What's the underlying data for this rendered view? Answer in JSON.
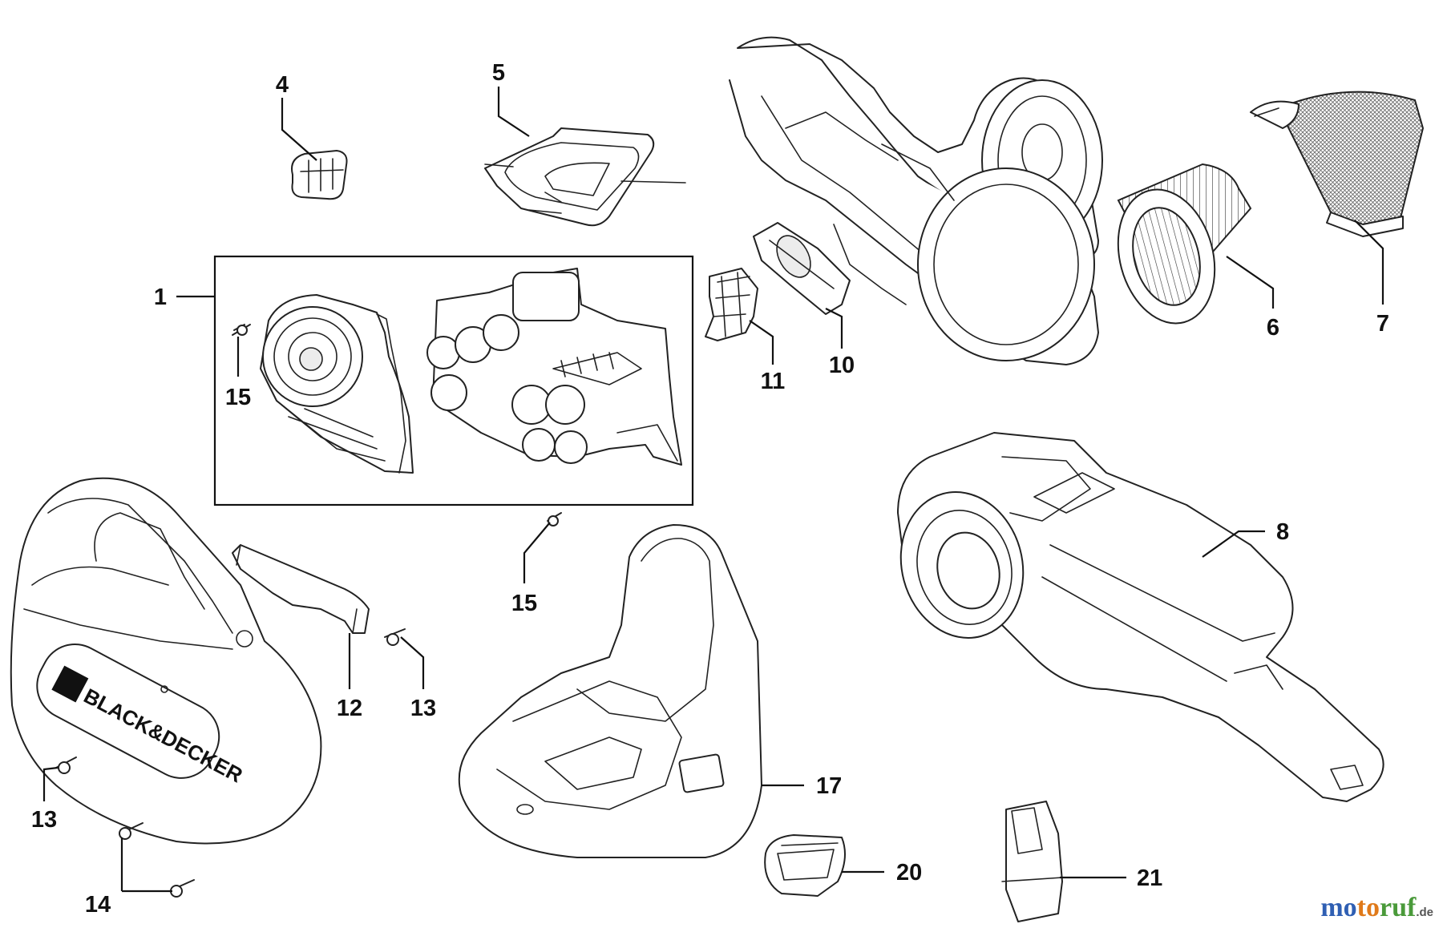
{
  "diagram": {
    "labels": {
      "l1": "1",
      "l4": "4",
      "l5": "5",
      "l6": "6",
      "l7": "7",
      "l8": "8",
      "l10": "10",
      "l11": "11",
      "l12": "12",
      "l13a": "13",
      "l13b": "13",
      "l14": "14",
      "l15a": "15",
      "l15b": "15",
      "l17": "17",
      "l20": "20",
      "l21": "21"
    },
    "brand_mark": "BLACK&DECKER"
  },
  "watermark": {
    "part1": "mo",
    "part2": "to",
    "part3": "ruf",
    "tld": ".de"
  }
}
